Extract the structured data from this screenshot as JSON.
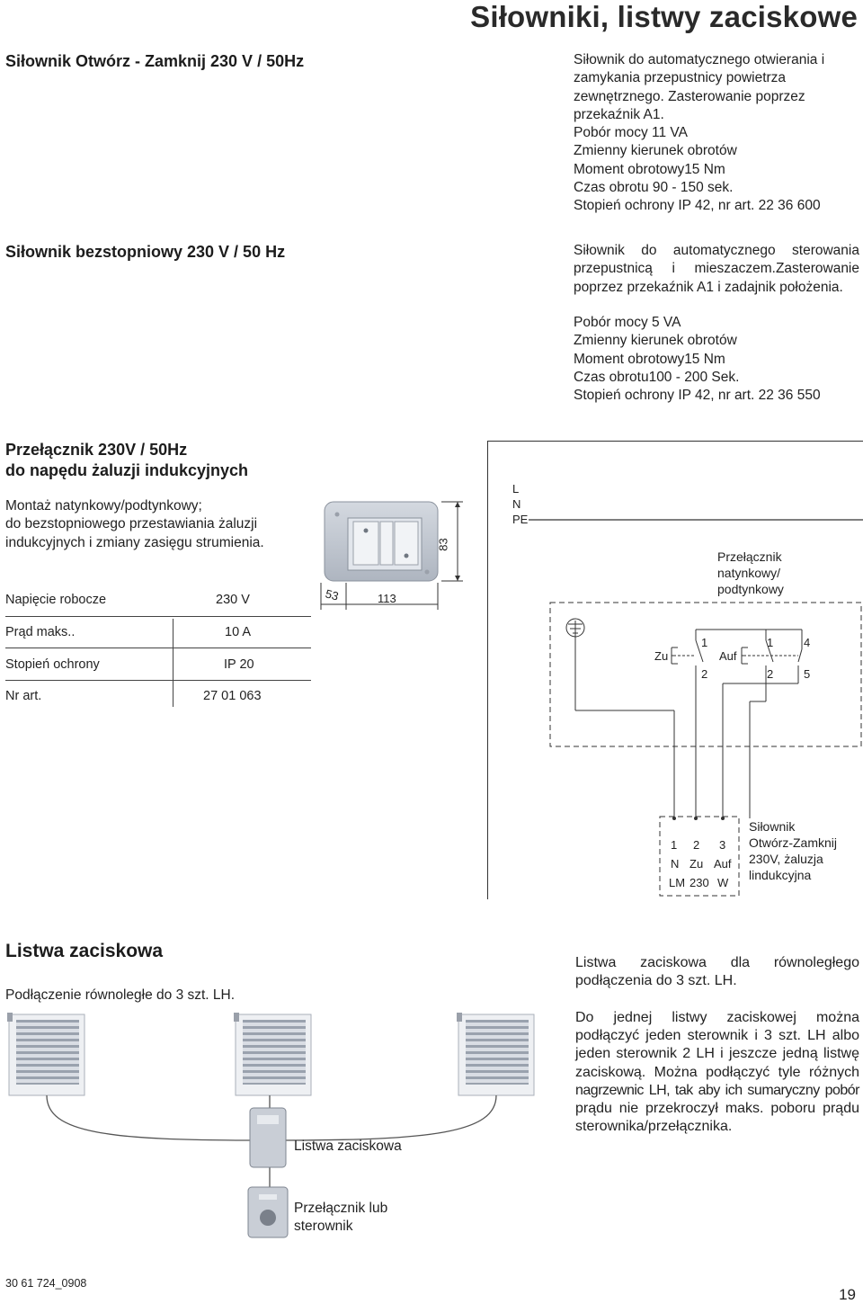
{
  "page_title": "Siłowniki, listwy zaciskowe",
  "actuator1": {
    "heading": "Siłownik  Otwórz - Zamknij  230 V / 50Hz",
    "lines": [
      "Siłownik do automatycznego otwierania i",
      "zamykania przepustnicy powietrza",
      "zewnętrznego. Zasterowanie poprzez",
      "przekaźnik A1.",
      "Pobór mocy 11 VA",
      "Zmienny kierunek obrotów",
      "Moment obrotowy15 Nm",
      "Czas obrotu 90 - 150 sek.",
      "Stopień ochrony IP 42, nr art. 22 36 600"
    ]
  },
  "actuator2": {
    "heading": "Siłownik bezstopniowy 230 V / 50 Hz",
    "lines_a": [
      "Siłownik do automatycznego  sterowania",
      "przepustnicą  i  mieszaczem.Zasterowanie",
      "poprzez przekaźnik A1 i zadajnik położenia."
    ],
    "lines_b": [
      "Pobór mocy  5 VA",
      "Zmienny kierunek obrotów",
      "Moment obrotowy15 Nm",
      "Czas obrotu100 - 200 Sek.",
      "Stopień ochrony IP 42, nr art. 22 36 550"
    ]
  },
  "switch": {
    "heading_line1": "Przełącznik 230V / 50Hz",
    "heading_line2": "do napędu żaluzji indukcyjnych",
    "desc": [
      "Montaż natynkowy/podtynkowy;",
      "do bezstopniowego przestawiania żaluzji",
      "indukcyjnych i zmiany zasięgu strumienia."
    ],
    "specs": [
      {
        "label": "Napięcie robocze",
        "value": "230  V"
      },
      {
        "label": "Prąd maks..",
        "value": "10 A"
      },
      {
        "label": "Stopień  ochrony",
        "value": "IP 20"
      },
      {
        "label": "Nr art.",
        "value": "27 01 063"
      }
    ],
    "dims": {
      "width": "113",
      "depth": "53",
      "height": "83"
    }
  },
  "wiring": {
    "supply": [
      "L",
      "N",
      "PE"
    ],
    "switch_label": [
      "Przełącznik",
      "natynkowy/",
      "podtynkowy"
    ],
    "contacts": {
      "zu": "Zu",
      "auf": "Auf",
      "c1a": "1",
      "c2a": "2",
      "c1b": "1",
      "c2b": "2",
      "c4": "4",
      "c5": "5"
    },
    "terminals": {
      "nums": [
        "1",
        "2",
        "3"
      ],
      "names": [
        "N",
        "Zu",
        "Auf"
      ],
      "model": [
        "LM",
        "230",
        "W"
      ]
    },
    "actuator_label": [
      "Siłownik",
      "Otwórz-Zamknij",
      "230V, żaluzja",
      "lindukcyjna"
    ]
  },
  "terminal_strip": {
    "heading": "Listwa zaciskowa",
    "sub": "Podłączenie równoległe do 3 szt. LH.",
    "box_label": "Listwa  zaciskowa",
    "controller_label_1": "Przełącznik lub",
    "controller_label_2": "sterownik",
    "right_p1": [
      "Listwa  zaciskowa  dla  równoległego",
      "podłączenia do 3 szt. LH."
    ],
    "right_p2": [
      "Do  jednej  listwy  zaciskowej  można",
      "podłączyć jeden sterownik i 3 szt. LH albo",
      "jeden sterownik 2 LH i jeszcze jedną listwę",
      "zaciskową. Można podłączyć tyle różnych",
      "nagrzewnic LH, tak aby ich sumaryczny pobór",
      "prądu nie przekroczył  maks. poboru prądu",
      "sterownika/przełącznika."
    ]
  },
  "footer": {
    "code": "30 61 724_0908",
    "page": "19"
  }
}
